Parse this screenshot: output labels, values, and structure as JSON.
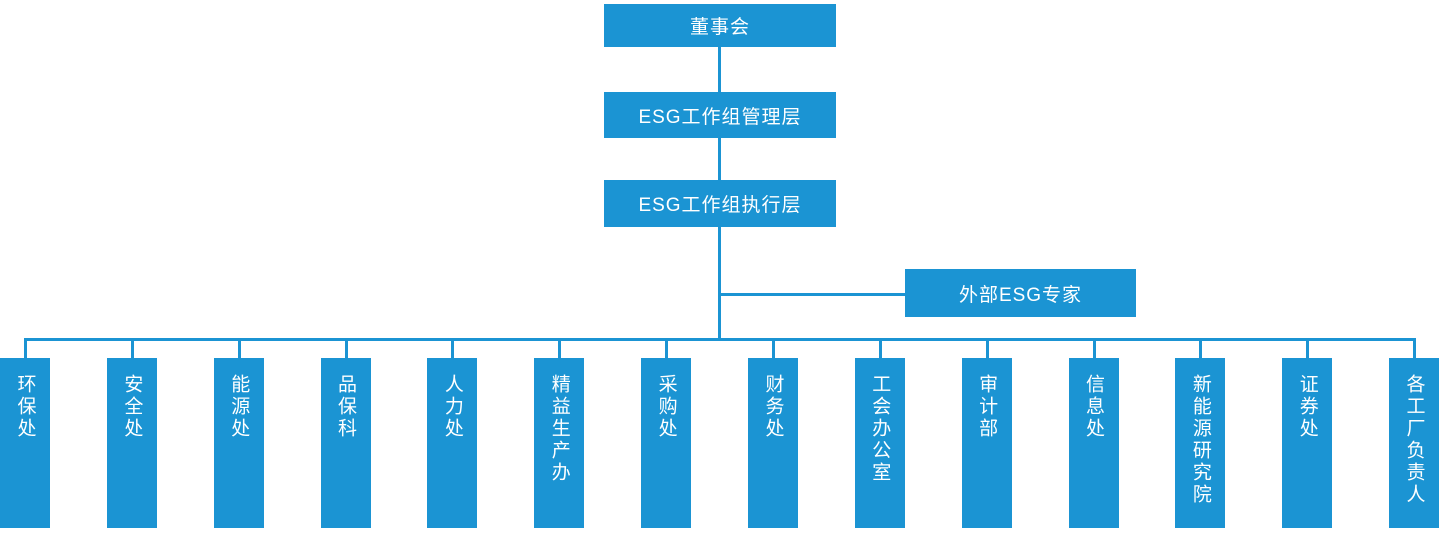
{
  "diagram": {
    "type": "org-chart",
    "levels": {
      "board": "董事会",
      "management": "ESG工作组管理层",
      "execution": "ESG工作组执行层",
      "external_advisor": "外部ESG专家"
    },
    "departments": [
      "环保处",
      "安全处",
      "能源处",
      "品保科",
      "人力处",
      "精益生产办",
      "采购处",
      "财务处",
      "工会办公室",
      "审计部",
      "信息处",
      "新能源研究院",
      "证券处",
      "各工厂负责人"
    ],
    "colors": {
      "node_fill": "#1B94D3",
      "connector": "#1B94D3",
      "node_text": "#FFFFFF",
      "background": "#FFFFFF"
    }
  }
}
